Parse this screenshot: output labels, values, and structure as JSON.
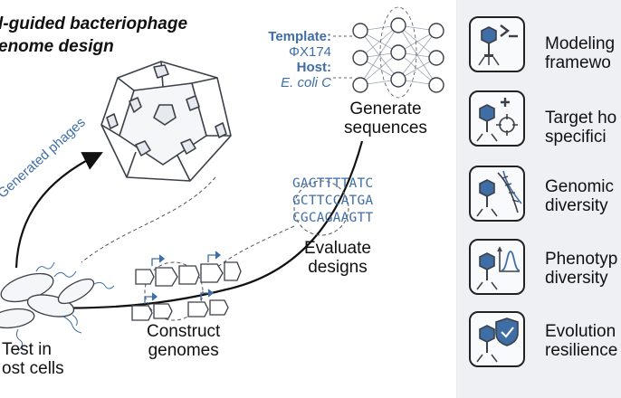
{
  "title": {
    "line1": "l-guided bacteriophage",
    "line2": "enome design"
  },
  "model": {
    "template_label": "Template:",
    "template_value": "ΦX174",
    "host_label": "Host:",
    "host_value": "E. coli C"
  },
  "steps": {
    "generate": {
      "line1": "Generate",
      "line2": "sequences"
    },
    "evaluate": {
      "line1": "Evaluate",
      "line2": "designs"
    },
    "construct": {
      "line1": "Construct",
      "line2": "genomes"
    },
    "test": {
      "line1": "Test in",
      "line2": "ost cells"
    },
    "generated_phages": "Generated phages"
  },
  "sequences": [
    "GAGTTTTATC",
    "GCTTCCATGA",
    "CGCAGAAGTT"
  ],
  "features": [
    {
      "line1": "Modeling",
      "line2": "framewo",
      "icon": "terminal-prompt-icon"
    },
    {
      "line1": "Target ho",
      "line2": "specifici",
      "icon": "crosshair-target-icon"
    },
    {
      "line1": "Genomic",
      "line2": "diversity",
      "icon": "dna-helix-icon"
    },
    {
      "line1": "Phenotyp",
      "line2": "diversity",
      "icon": "distribution-curve-icon"
    },
    {
      "line1": "Evolution",
      "line2": "resilience",
      "icon": "shield-check-icon"
    }
  ],
  "colors": {
    "accent": "#3f6ea6",
    "outline": "#222222",
    "panel": "#eef0f3"
  }
}
